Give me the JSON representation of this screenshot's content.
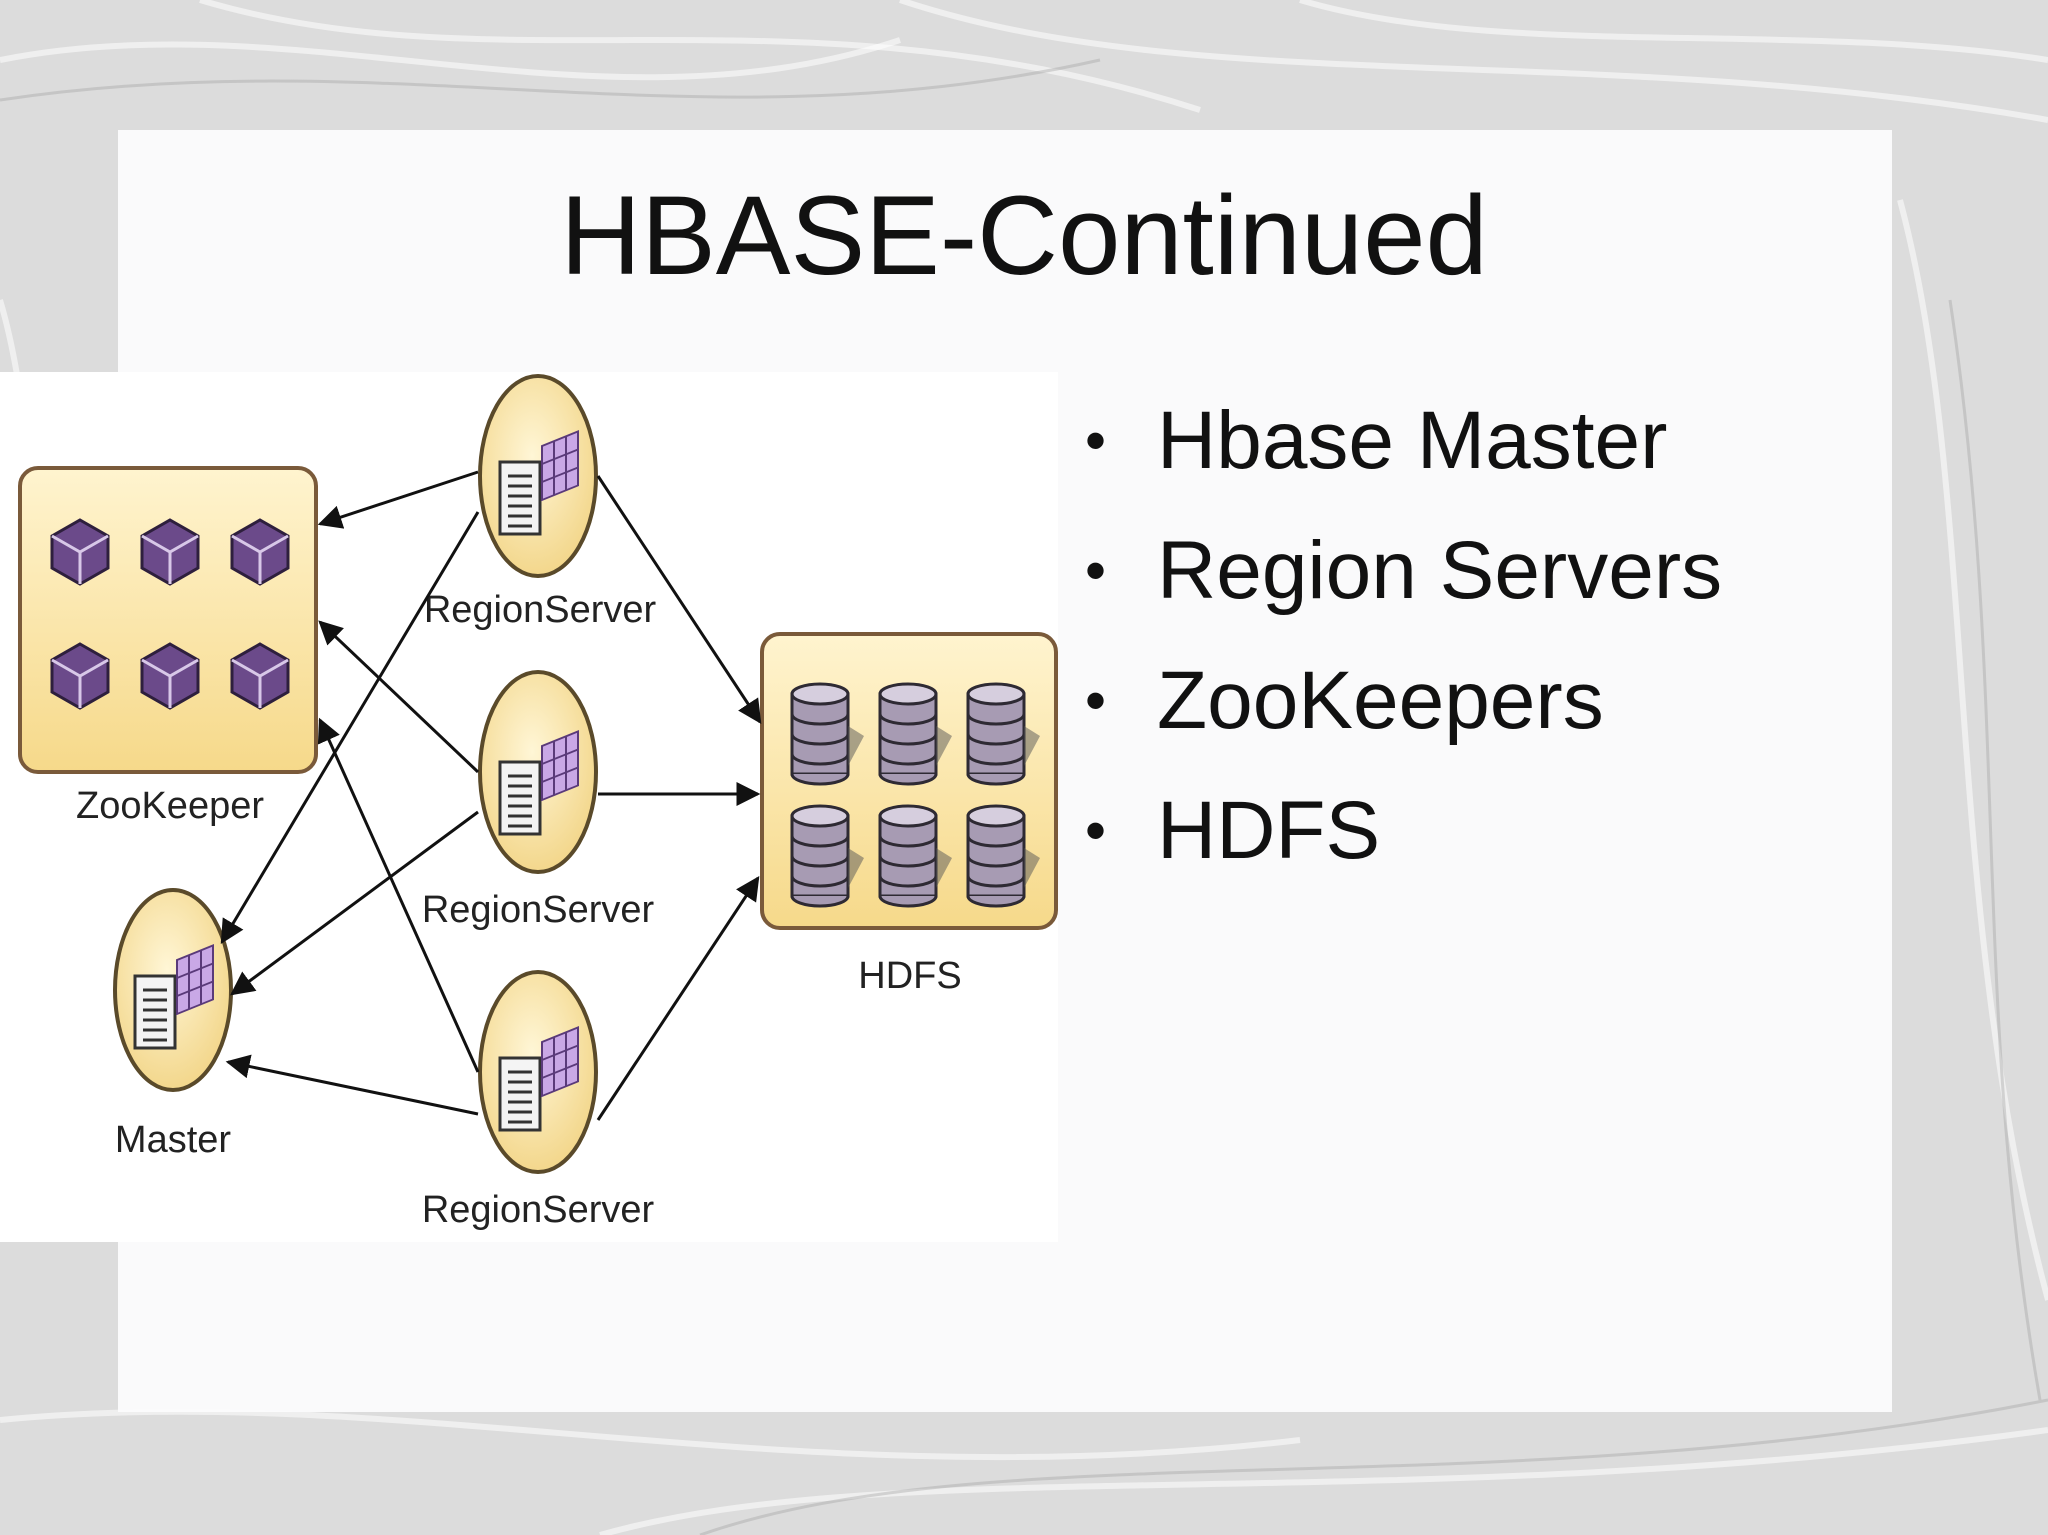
{
  "slide": {
    "title": "HBASE-Continued",
    "bullets": [
      {
        "text": "Hbase Master"
      },
      {
        "text": "Region Servers"
      },
      {
        "text": "ZooKeepers"
      },
      {
        "text": "HDFS"
      }
    ]
  },
  "diagram": {
    "labels": {
      "zookeeper": "ZooKeeper",
      "master": "Master",
      "region_server_1": "RegionServer",
      "region_server_2": "RegionServer",
      "region_server_3": "RegionServer",
      "hdfs": "HDFS"
    },
    "colors": {
      "node_fill": "#fbe6a6",
      "node_stroke": "#8a5a2a",
      "cube": "#6b4a8a",
      "db": "#a79bb3"
    }
  }
}
